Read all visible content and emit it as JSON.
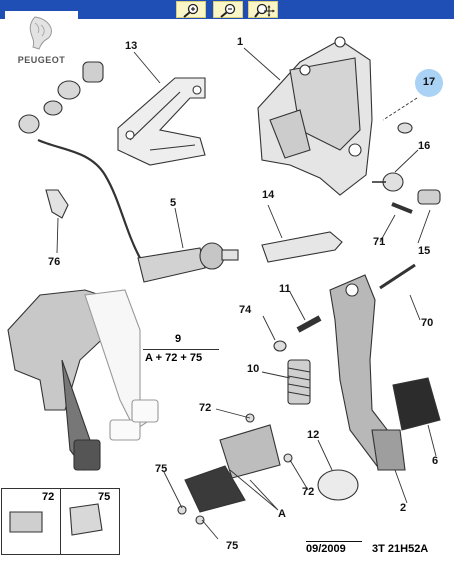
{
  "toolbar": {
    "buttons": [
      {
        "name": "zoom-in",
        "icon": "magnifier-plus-icon"
      },
      {
        "name": "zoom-out",
        "icon": "magnifier-minus-icon"
      },
      {
        "name": "zoom-move",
        "icon": "magnifier-move-icon"
      }
    ],
    "bar_color": "#1f4fb4",
    "button_color": "#fbf6c8"
  },
  "brand": {
    "name": "PEUGEOT",
    "logo": "lion-emblem"
  },
  "callouts": {
    "c1": "1",
    "c2": "2",
    "c5": "5",
    "c6": "6",
    "c9": "9",
    "c10": "10",
    "c11": "11",
    "c12": "12",
    "c13": "13",
    "c14": "14",
    "c15": "15",
    "c16": "16",
    "c17": "17",
    "c70": "70",
    "c71": "71",
    "c72a": "72",
    "c72b": "72",
    "c74": "74",
    "c75a": "75",
    "c75b": "75",
    "c76": "76",
    "cAa": "A",
    "cAb": "A"
  },
  "highlight_color": "#a9d2f4",
  "formula": {
    "top": "9",
    "bottom": "A + 72 + 75"
  },
  "legend": {
    "left_label": "72",
    "right_label": "75"
  },
  "footer": {
    "date": "09/2009",
    "reference": "3T 21H52A"
  }
}
